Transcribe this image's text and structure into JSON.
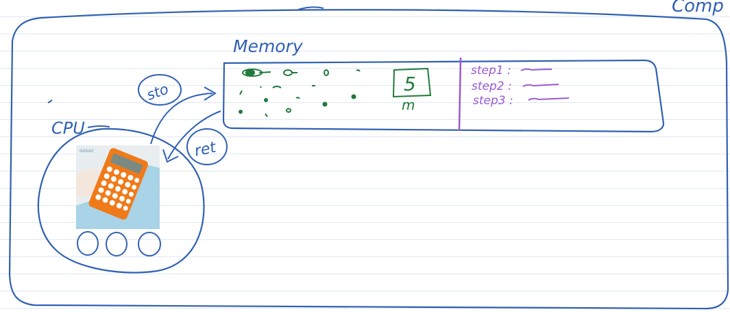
{
  "title": "Comp",
  "colors": {
    "ink_blue": "#2f5fb3",
    "ink_green": "#1f7a3a",
    "ink_purple": "#9b59d0",
    "ruled_line": "#dde8f3",
    "calculator_orange": "#f07a1a",
    "photo_background": "#a9d3e6"
  },
  "cpu": {
    "label": "CPU",
    "image": "calculator-photo",
    "image_brand_text": "NANAE",
    "registers": 3
  },
  "arrows": {
    "store_label": "sto",
    "retrieve_label": "ret"
  },
  "memory": {
    "label": "Memory",
    "cell_value": "5",
    "cell_label": "m",
    "steps": [
      "step1 :",
      "step2 :",
      "step3 :"
    ]
  }
}
